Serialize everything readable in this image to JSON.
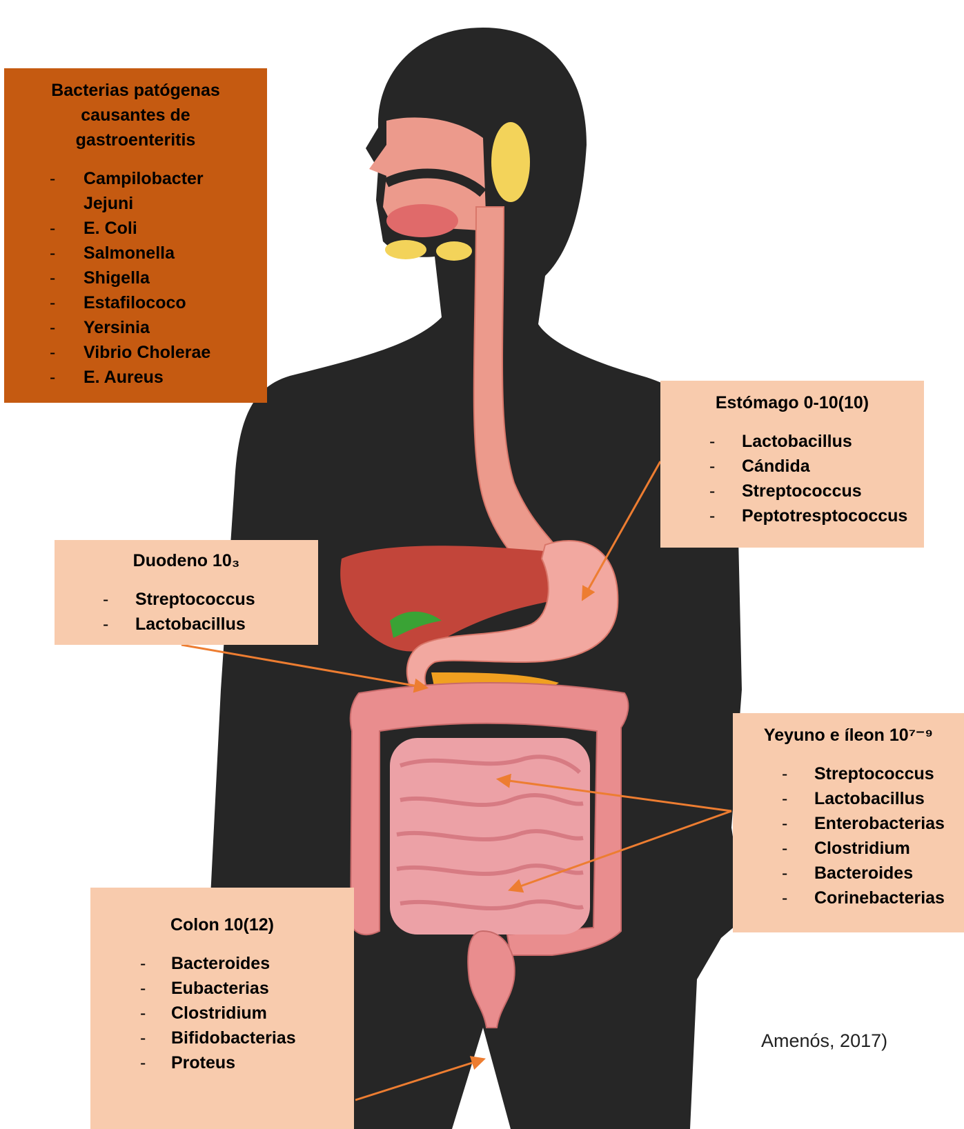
{
  "pathogens": {
    "title": "Bacterias patógenas\ncausantes de\ngastroenteritis",
    "items": [
      "Campilobacter Jejuni",
      "E. Coli",
      "Salmonella",
      "Shigella",
      "Estafilococo",
      "Yersinia",
      "Vibrio Cholerae",
      "E. Aureus"
    ]
  },
  "stomach": {
    "title": "Estómago 0-10(10)",
    "items": [
      "Lactobacillus",
      "Cándida",
      "Streptococcus",
      "Peptotresptococcus"
    ]
  },
  "duodenum": {
    "title": "Duodeno 10₃",
    "items": [
      "Streptococcus",
      "Lactobacillus"
    ]
  },
  "jejunum": {
    "title": "Yeyuno e íleon 10⁷⁻⁹",
    "items": [
      "Streptococcus",
      "Lactobacillus",
      "Enterobacterias",
      "Clostridium",
      "Bacteroides",
      "Corinebacterias"
    ]
  },
  "colon": {
    "title": "Colon 10(12)",
    "items": [
      "Bacteroides",
      "Eubacterias",
      "Clostridium",
      "Bifidobacterias",
      "Proteus"
    ]
  },
  "bullet": "-",
  "citation": "Amenós, 2017)",
  "colors": {
    "silhouette": "#262626",
    "pathogen_box": "#c55a11",
    "flora_box": "#f8cbad",
    "arrow": "#ed7d31",
    "tract": "#ec9a8c",
    "intestine": "#e98d8e",
    "liver": "#c2453a",
    "gland": "#f3d35a",
    "gallbladder": "#3aa335"
  }
}
